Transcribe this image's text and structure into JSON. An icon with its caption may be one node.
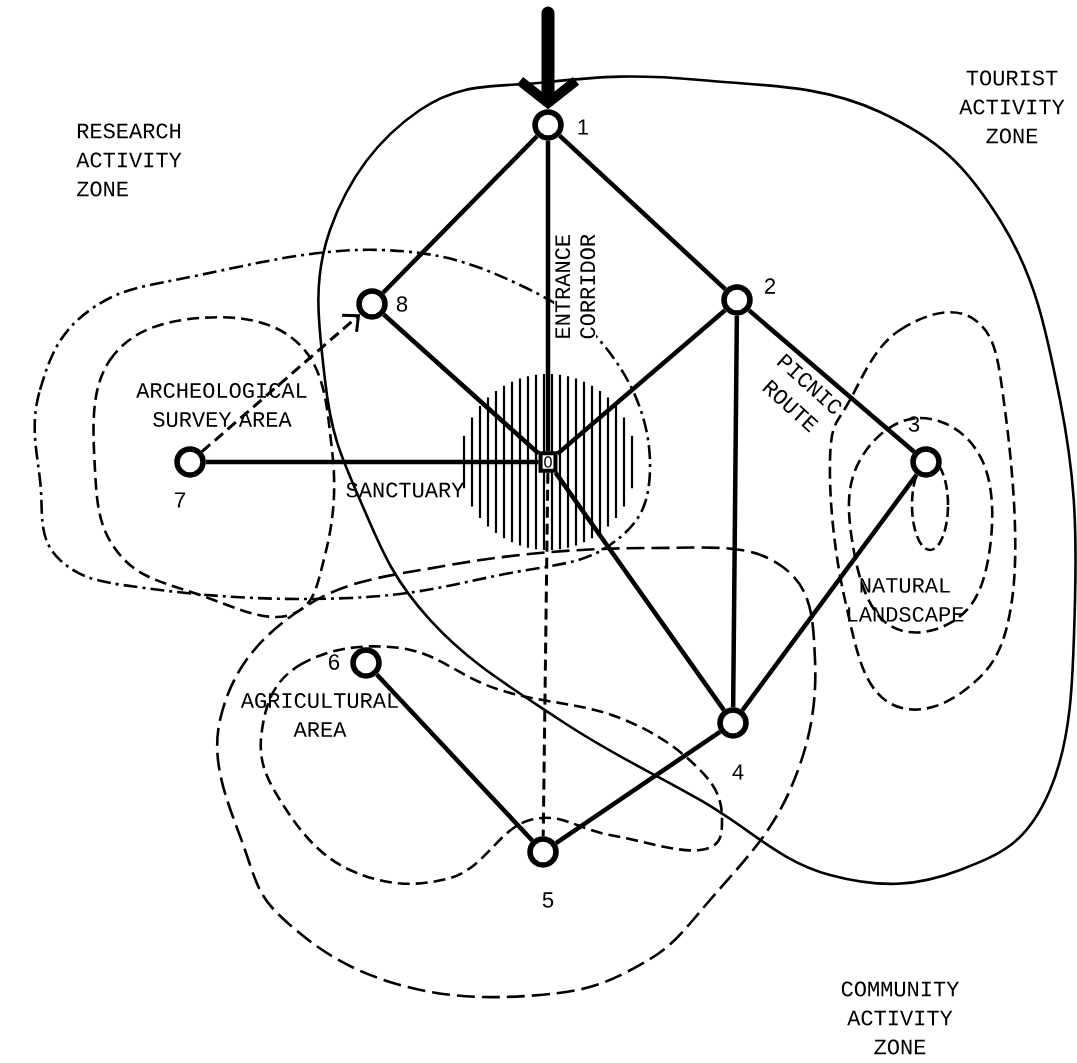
{
  "diagram": {
    "nodes": [
      {
        "text": [
          "0"
        ]
      },
      {
        "text": [],
        "shape": "circle",
        "beside": [
          "1"
        ]
      },
      {
        "text": [],
        "shape": "circle",
        "beside": [
          "2"
        ]
      },
      {
        "text": [],
        "shape": "circle",
        "beside": [
          "3"
        ]
      },
      {
        "text": [],
        "shape": "circle",
        "beside": [
          "4"
        ]
      },
      {
        "text": [],
        "shape": "circle",
        "beside": [
          "5"
        ]
      },
      {
        "text": [],
        "shape": "circle",
        "beside": [
          "6"
        ]
      },
      {
        "text": [],
        "shape": "circle",
        "beside": [
          "7"
        ]
      },
      {
        "text": [],
        "shape": "circle",
        "beside": [
          "8"
        ]
      }
    ],
    "edges": [
      {
        "from": null,
        "to": 1,
        "arrow": "to",
        "style": "thick"
      },
      {
        "from": 1,
        "to": 2,
        "arrow": "none"
      },
      {
        "from": 1,
        "to": 8,
        "arrow": "none"
      },
      {
        "from": 1,
        "to": 0,
        "arrow": "none",
        "label": "ENTRANCE CORRIDOR"
      },
      {
        "from": 2,
        "to": 0,
        "arrow": "none"
      },
      {
        "from": 2,
        "to": 3,
        "arrow": "none"
      },
      {
        "from": 2,
        "to": 4,
        "arrow": "none"
      },
      {
        "from": 3,
        "to": 4,
        "arrow": "none"
      },
      {
        "from": 8,
        "to": 0,
        "arrow": "none"
      },
      {
        "from": 0,
        "to": 4,
        "arrow": "none"
      },
      {
        "from": 7,
        "to": 0,
        "arrow": "none"
      },
      {
        "from": 7,
        "to": 8,
        "arrow": "to",
        "style": "dashed"
      },
      {
        "from": 6,
        "to": 5,
        "arrow": "none"
      },
      {
        "from": 5,
        "to": 4,
        "arrow": "none"
      },
      {
        "from": 0,
        "to": 5,
        "arrow": "none",
        "style": "dashed"
      }
    ],
    "labels": [
      "RESEARCH ACTIVITY ZONE",
      "TOURIST ACTIVITY ZONE",
      "PICNIC ROUTE",
      "ARCHEOLOGICAL SURVEY AREA",
      "SANCTUARY",
      "NATURAL LANDSCAPE",
      "AGRICULTURAL AREA",
      "COMMUNITY ACTIVITY ZONE"
    ]
  }
}
